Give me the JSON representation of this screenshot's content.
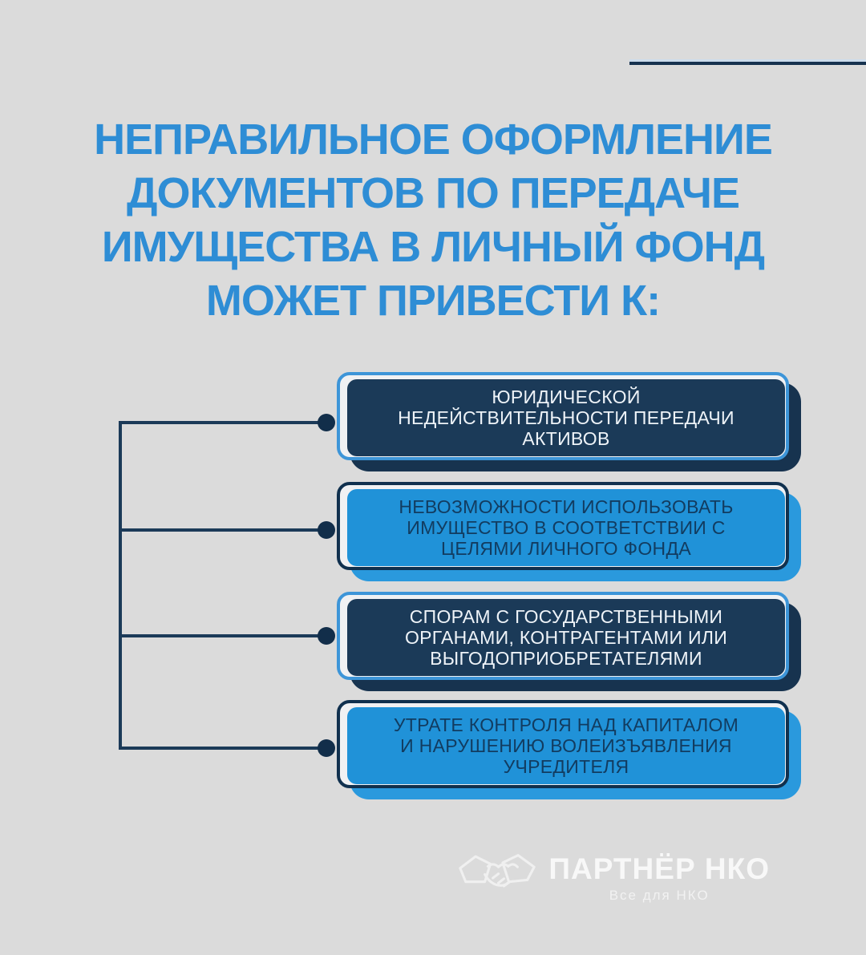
{
  "page": {
    "background_color": "#dbdbdb",
    "accent_blue": "#2092d8",
    "navy": "#1b3a58",
    "title_color": "#2e8dd5"
  },
  "title": {
    "full_text": "НЕПРАВИЛЬНОЕ ОФОРМЛЕНИЕ ДОКУМЕНТОВ ПО ПЕРЕДАЧЕ ИМУЩЕСТВА В ЛИЧНЫЙ ФОНД МОЖЕТ ПРИВЕСТИ К:",
    "lines": [
      "НЕПРАВИЛЬНОЕ ОФОРМЛЕНИЕ",
      "ДОКУМЕНТОВ ПО ПЕРЕДАЧЕ",
      "ИМУЩЕСТВА В ЛИЧНЫЙ ФОНД",
      "МОЖЕТ ПРИВЕСТИ К:"
    ]
  },
  "boxes": [
    {
      "style": "dark-navy",
      "full_text": "ЮРИДИЧЕСКОЙ НЕДЕЙСТВИТЕЛЬНОСТИ ПЕРЕДАЧИ АКТИВОВ",
      "lines": [
        "ЮРИДИЧЕСКОЙ",
        "НЕДЕЙСТВИТЕЛЬНОСТИ ПЕРЕДАЧИ",
        "АКТИВОВ"
      ]
    },
    {
      "style": "bright-blue",
      "full_text": "НЕВОЗМОЖНОСТИ ИСПОЛЬЗОВАТЬ ИМУЩЕСТВО В СООТВЕТСТВИИ С ЦЕЛЯМИ ЛИЧНОГО ФОНДА",
      "lines": [
        "НЕВОЗМОЖНОСТИ ИСПОЛЬЗОВАТЬ",
        "ИМУЩЕСТВО В СООТВЕТСТВИИ С",
        "ЦЕЛЯМИ ЛИЧНОГО ФОНДА"
      ]
    },
    {
      "style": "dark-navy",
      "full_text": "СПОРАМ С ГОСУДАРСТВЕННЫМИ ОРГАНАМИ, КОНТРАГЕНТАМИ ИЛИ ВЫГОДОПРИОБРЕТАТЕЛЯМИ",
      "lines": [
        "СПОРАМ С ГОСУДАРСТВЕННЫМИ",
        "ОРГАНАМИ, КОНТРАГЕНТАМИ ИЛИ",
        "ВЫГОДОПРИОБРЕТАТЕЛЯМИ"
      ]
    },
    {
      "style": "bright-blue",
      "full_text": "УТРАТЕ КОНТРОЛЯ НАД КАПИТАЛОМ И НАРУШЕНИЮ ВОЛЕИЗЪЯВЛЕНИЯ УЧРЕДИТЕЛЯ",
      "lines": [
        "УТРАТЕ КОНТРОЛЯ НАД КАПИТАЛОМ",
        "И НАРУШЕНИЮ ВОЛЕИЗЪЯВЛЕНИЯ",
        "УЧРЕДИТЕЛЯ"
      ]
    }
  ],
  "logo": {
    "icon": "handshake-icon",
    "name": "ПАРТНЁР НКО",
    "tagline": "Все для НКО"
  }
}
